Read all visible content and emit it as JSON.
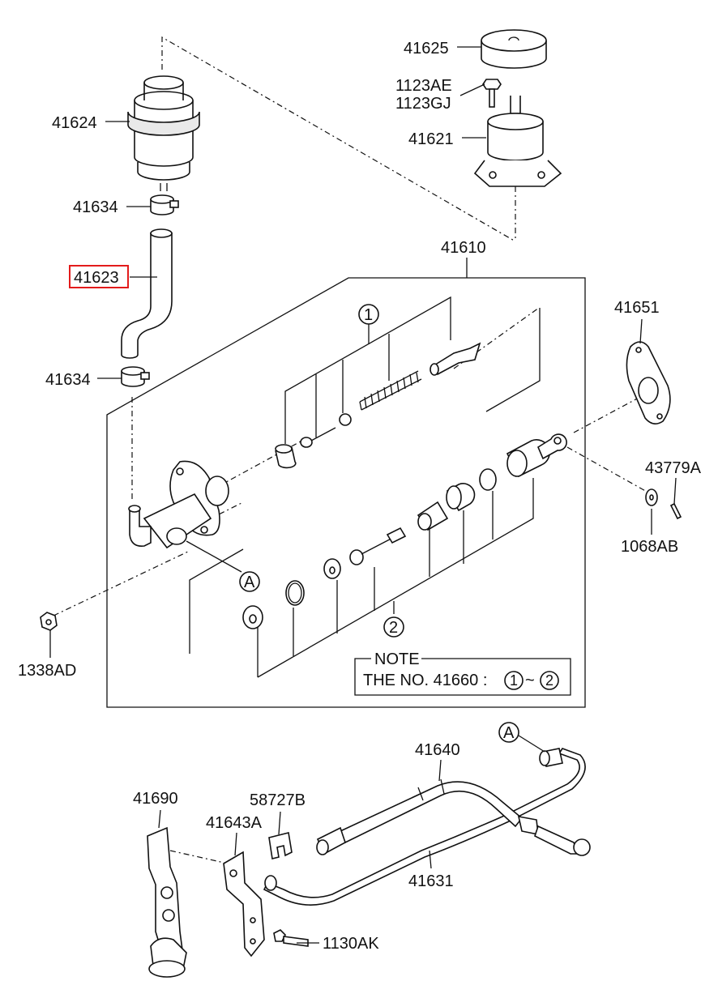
{
  "labels": {
    "p41625": "41625",
    "p1123AE": "1123AE",
    "p1123GJ": "1123GJ",
    "p41624": "41624",
    "p41621": "41621",
    "p41634a": "41634",
    "p41610": "41610",
    "p41623": "41623",
    "p41651": "41651",
    "p41634b": "41634",
    "p43779A": "43779A",
    "p1068AB": "1068AB",
    "p1338AD": "1338AD",
    "p41640": "41640",
    "p41690": "41690",
    "p58727B": "58727B",
    "p41643A": "41643A",
    "p41631": "41631",
    "p1130AK": "1130AK"
  },
  "callouts": {
    "one": "1",
    "two": "2",
    "a_top": "A",
    "a_bottom": "A",
    "note_one": "1",
    "note_two": "2"
  },
  "note": {
    "title": "NOTE",
    "text": "THE NO. 41660 :",
    "tilde": "~"
  },
  "highlight_color": "#e31b1b"
}
